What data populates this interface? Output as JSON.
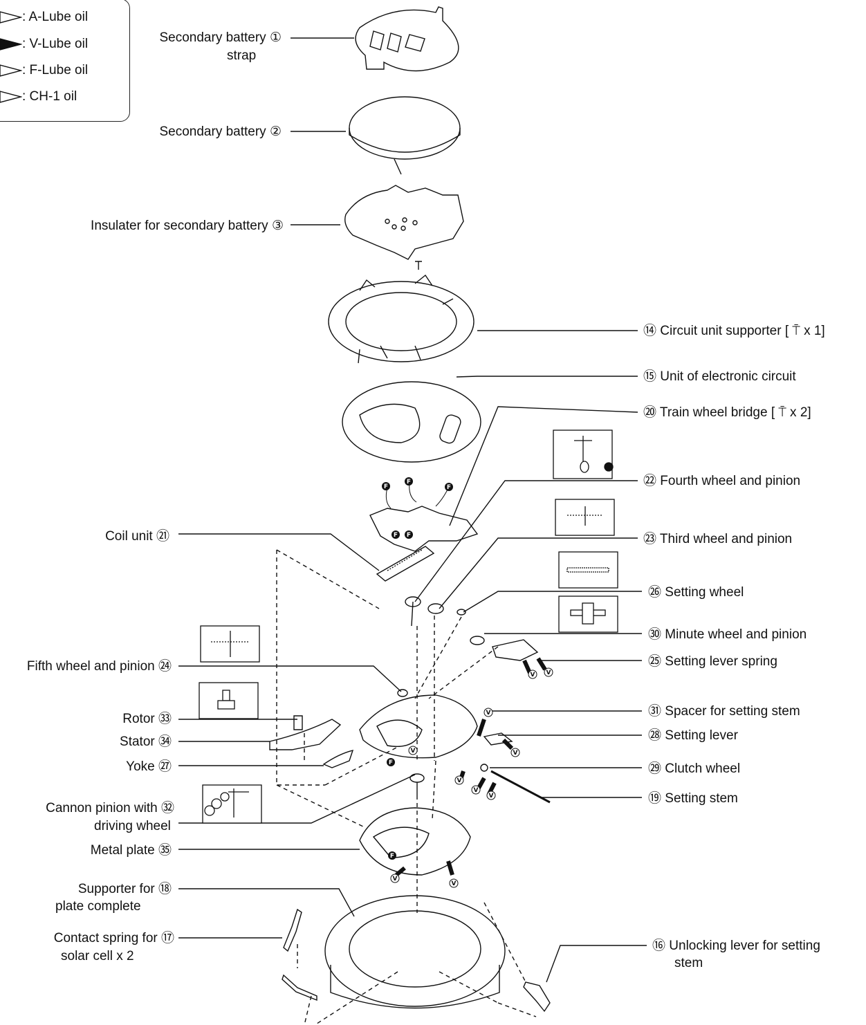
{
  "legend": [
    {
      "symbol": "outline-triangle",
      "text": ":  A-Lube oil"
    },
    {
      "symbol": "filled-triangle",
      "text": ":  V-Lube oil"
    },
    {
      "symbol": "outline-triangle",
      "text": ":  F-Lube oil"
    },
    {
      "symbol": "outline-triangle",
      "text": ":  CH-1 oil"
    }
  ],
  "parts_left": [
    {
      "line1": "Secondary battery ①",
      "line2": "strap"
    },
    {
      "line1": "Secondary battery ②"
    },
    {
      "line1": "Insulater for secondary battery ③"
    },
    {
      "line1": "Coil unit ㉑"
    },
    {
      "line1": "Fifth wheel and pinion ㉔"
    },
    {
      "line1": "Rotor ㉝"
    },
    {
      "line1": "Stator ㉞"
    },
    {
      "line1": "Yoke ㉗"
    },
    {
      "line1": "Cannon pinion with ㉜",
      "line2": "driving wheel"
    },
    {
      "line1": "Metal plate ㉟"
    },
    {
      "line1": "Supporter for ⑱",
      "line2": "plate complete"
    },
    {
      "line1": "Contact spring for ⑰",
      "line2": "solar cell x 2"
    }
  ],
  "parts_right": [
    {
      "line1": "⑭ Circuit unit supporter [ ⍑ x 1]"
    },
    {
      "line1": "⑮ Unit of electronic circuit"
    },
    {
      "line1": "⑳ Train wheel bridge [ ⍑ x 2]"
    },
    {
      "line1": "㉒ Fourth wheel and pinion"
    },
    {
      "line1": "㉓ Third wheel and pinion"
    },
    {
      "line1": "㉖ Setting wheel"
    },
    {
      "line1": "㉚ Minute wheel and pinion"
    },
    {
      "line1": "㉕ Setting lever spring"
    },
    {
      "line1": "㉛ Spacer for setting stem"
    },
    {
      "line1": "㉘ Setting lever"
    },
    {
      "line1": "㉙ Clutch wheel"
    },
    {
      "line1": "⑲ Setting stem"
    },
    {
      "line1": "⑯ Unlocking lever for setting",
      "line2": "stem"
    }
  ],
  "oil_markers": {
    "f": "F",
    "v": "V"
  }
}
